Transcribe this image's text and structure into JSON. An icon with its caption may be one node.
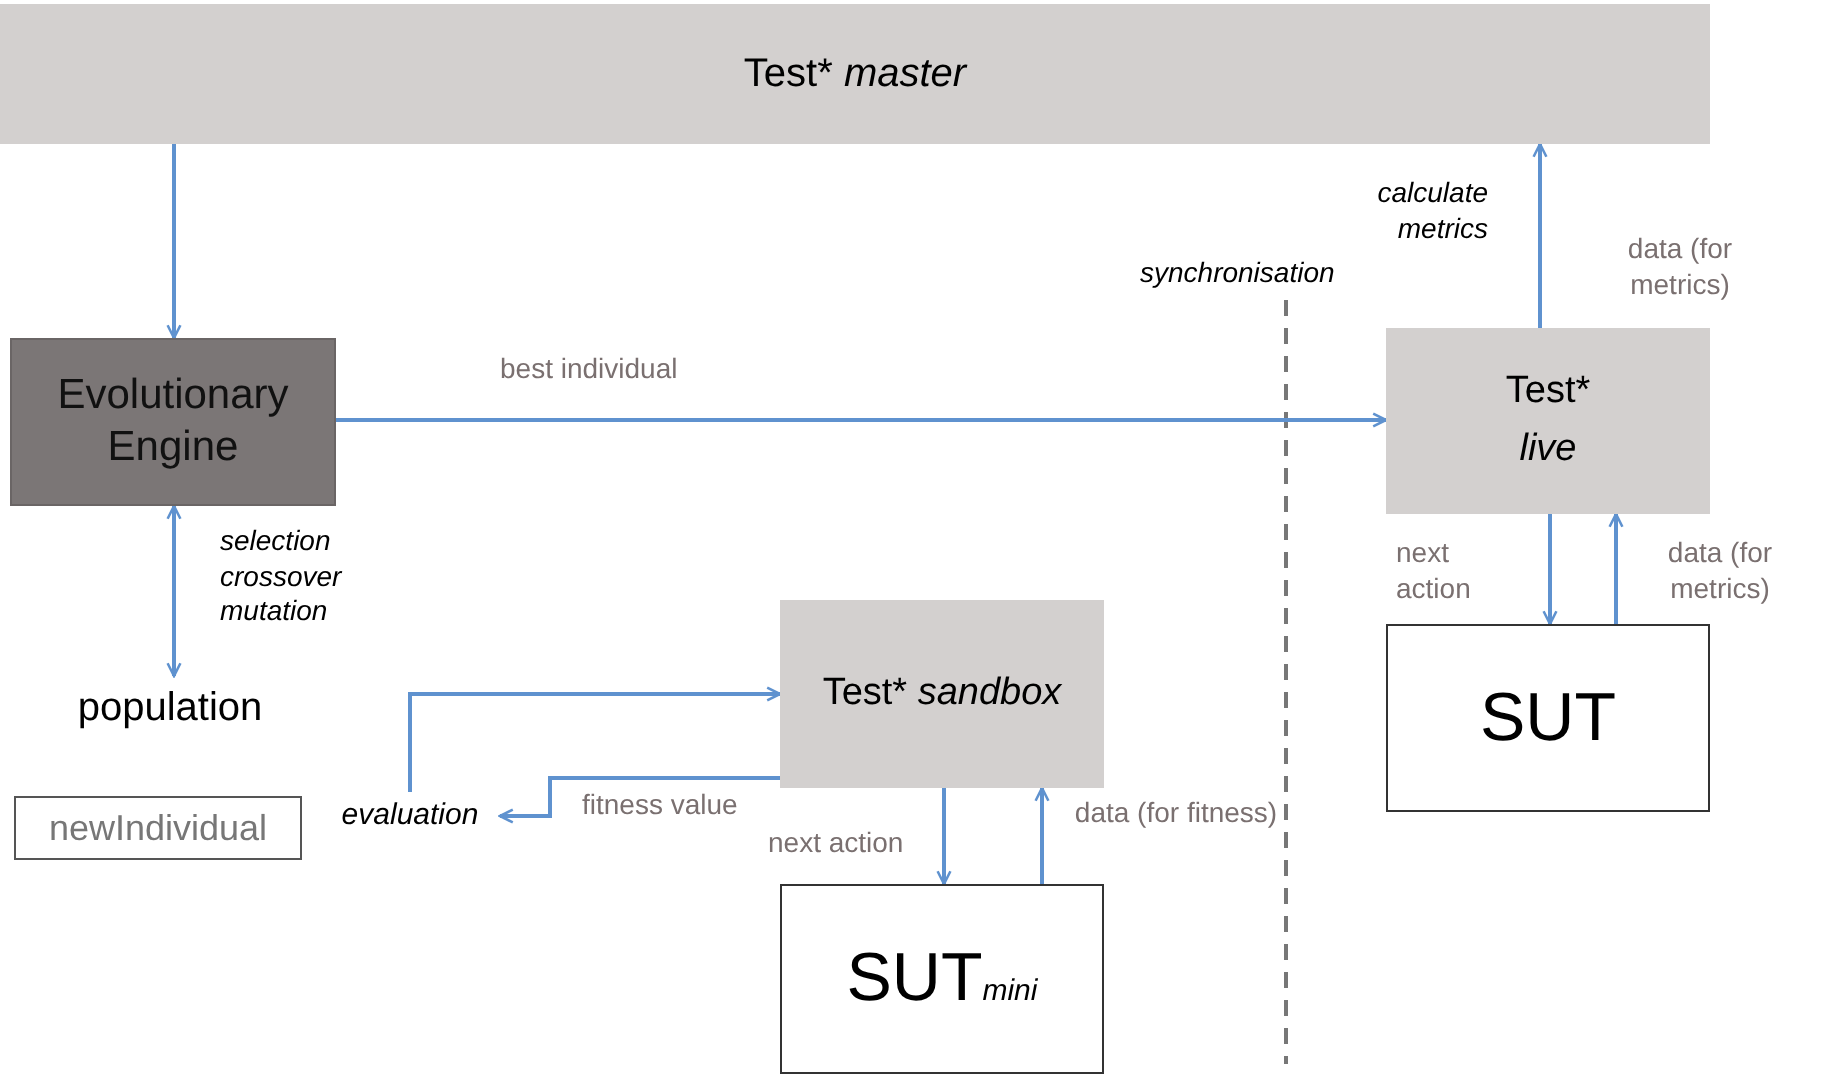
{
  "diagram": {
    "nodes": [
      {
        "text": [
          "Test* *master*"
        ]
      },
      {
        "text": [
          "Evolutionary Engine"
        ]
      },
      {
        "text": [
          "population"
        ]
      },
      {
        "text": [
          "newIndividual"
        ]
      },
      {
        "text": [
          "*evaluation*"
        ]
      },
      {
        "text": [
          "Test* *sandbox*"
        ]
      },
      {
        "text": [
          "SUT$_{mini}$"
        ]
      },
      {
        "text": [
          "Test* *live*"
        ]
      },
      {
        "text": [
          "SUT"
        ]
      }
    ],
    "edges": [
      {
        "from": 0,
        "to": 1,
        "arrow": "to"
      },
      {
        "from": 1,
        "to": 7,
        "arrow": "to",
        "label": "best individual"
      },
      {
        "from": 1,
        "to": 2,
        "arrow": "both",
        "label": "selection crossover mutation"
      },
      {
        "from": 4,
        "to": 5,
        "arrow": "to"
      },
      {
        "from": 5,
        "to": 4,
        "arrow": "to",
        "label": "fitness value"
      },
      {
        "from": 5,
        "to": 6,
        "arrow": "to",
        "label": "next action"
      },
      {
        "from": 6,
        "to": 5,
        "arrow": "to",
        "label": "data (for fitness)"
      },
      {
        "from": 7,
        "to": 0,
        "arrow": "to",
        "label": "data (for metrics)"
      },
      {
        "from": 7,
        "to": 8,
        "arrow": "to",
        "label": "next action"
      },
      {
        "from": 8,
        "to": 7,
        "arrow": "to",
        "label": "data (for metrics)"
      }
    ],
    "labels": [
      "calculate metrics",
      "synchronisation"
    ]
  }
}
